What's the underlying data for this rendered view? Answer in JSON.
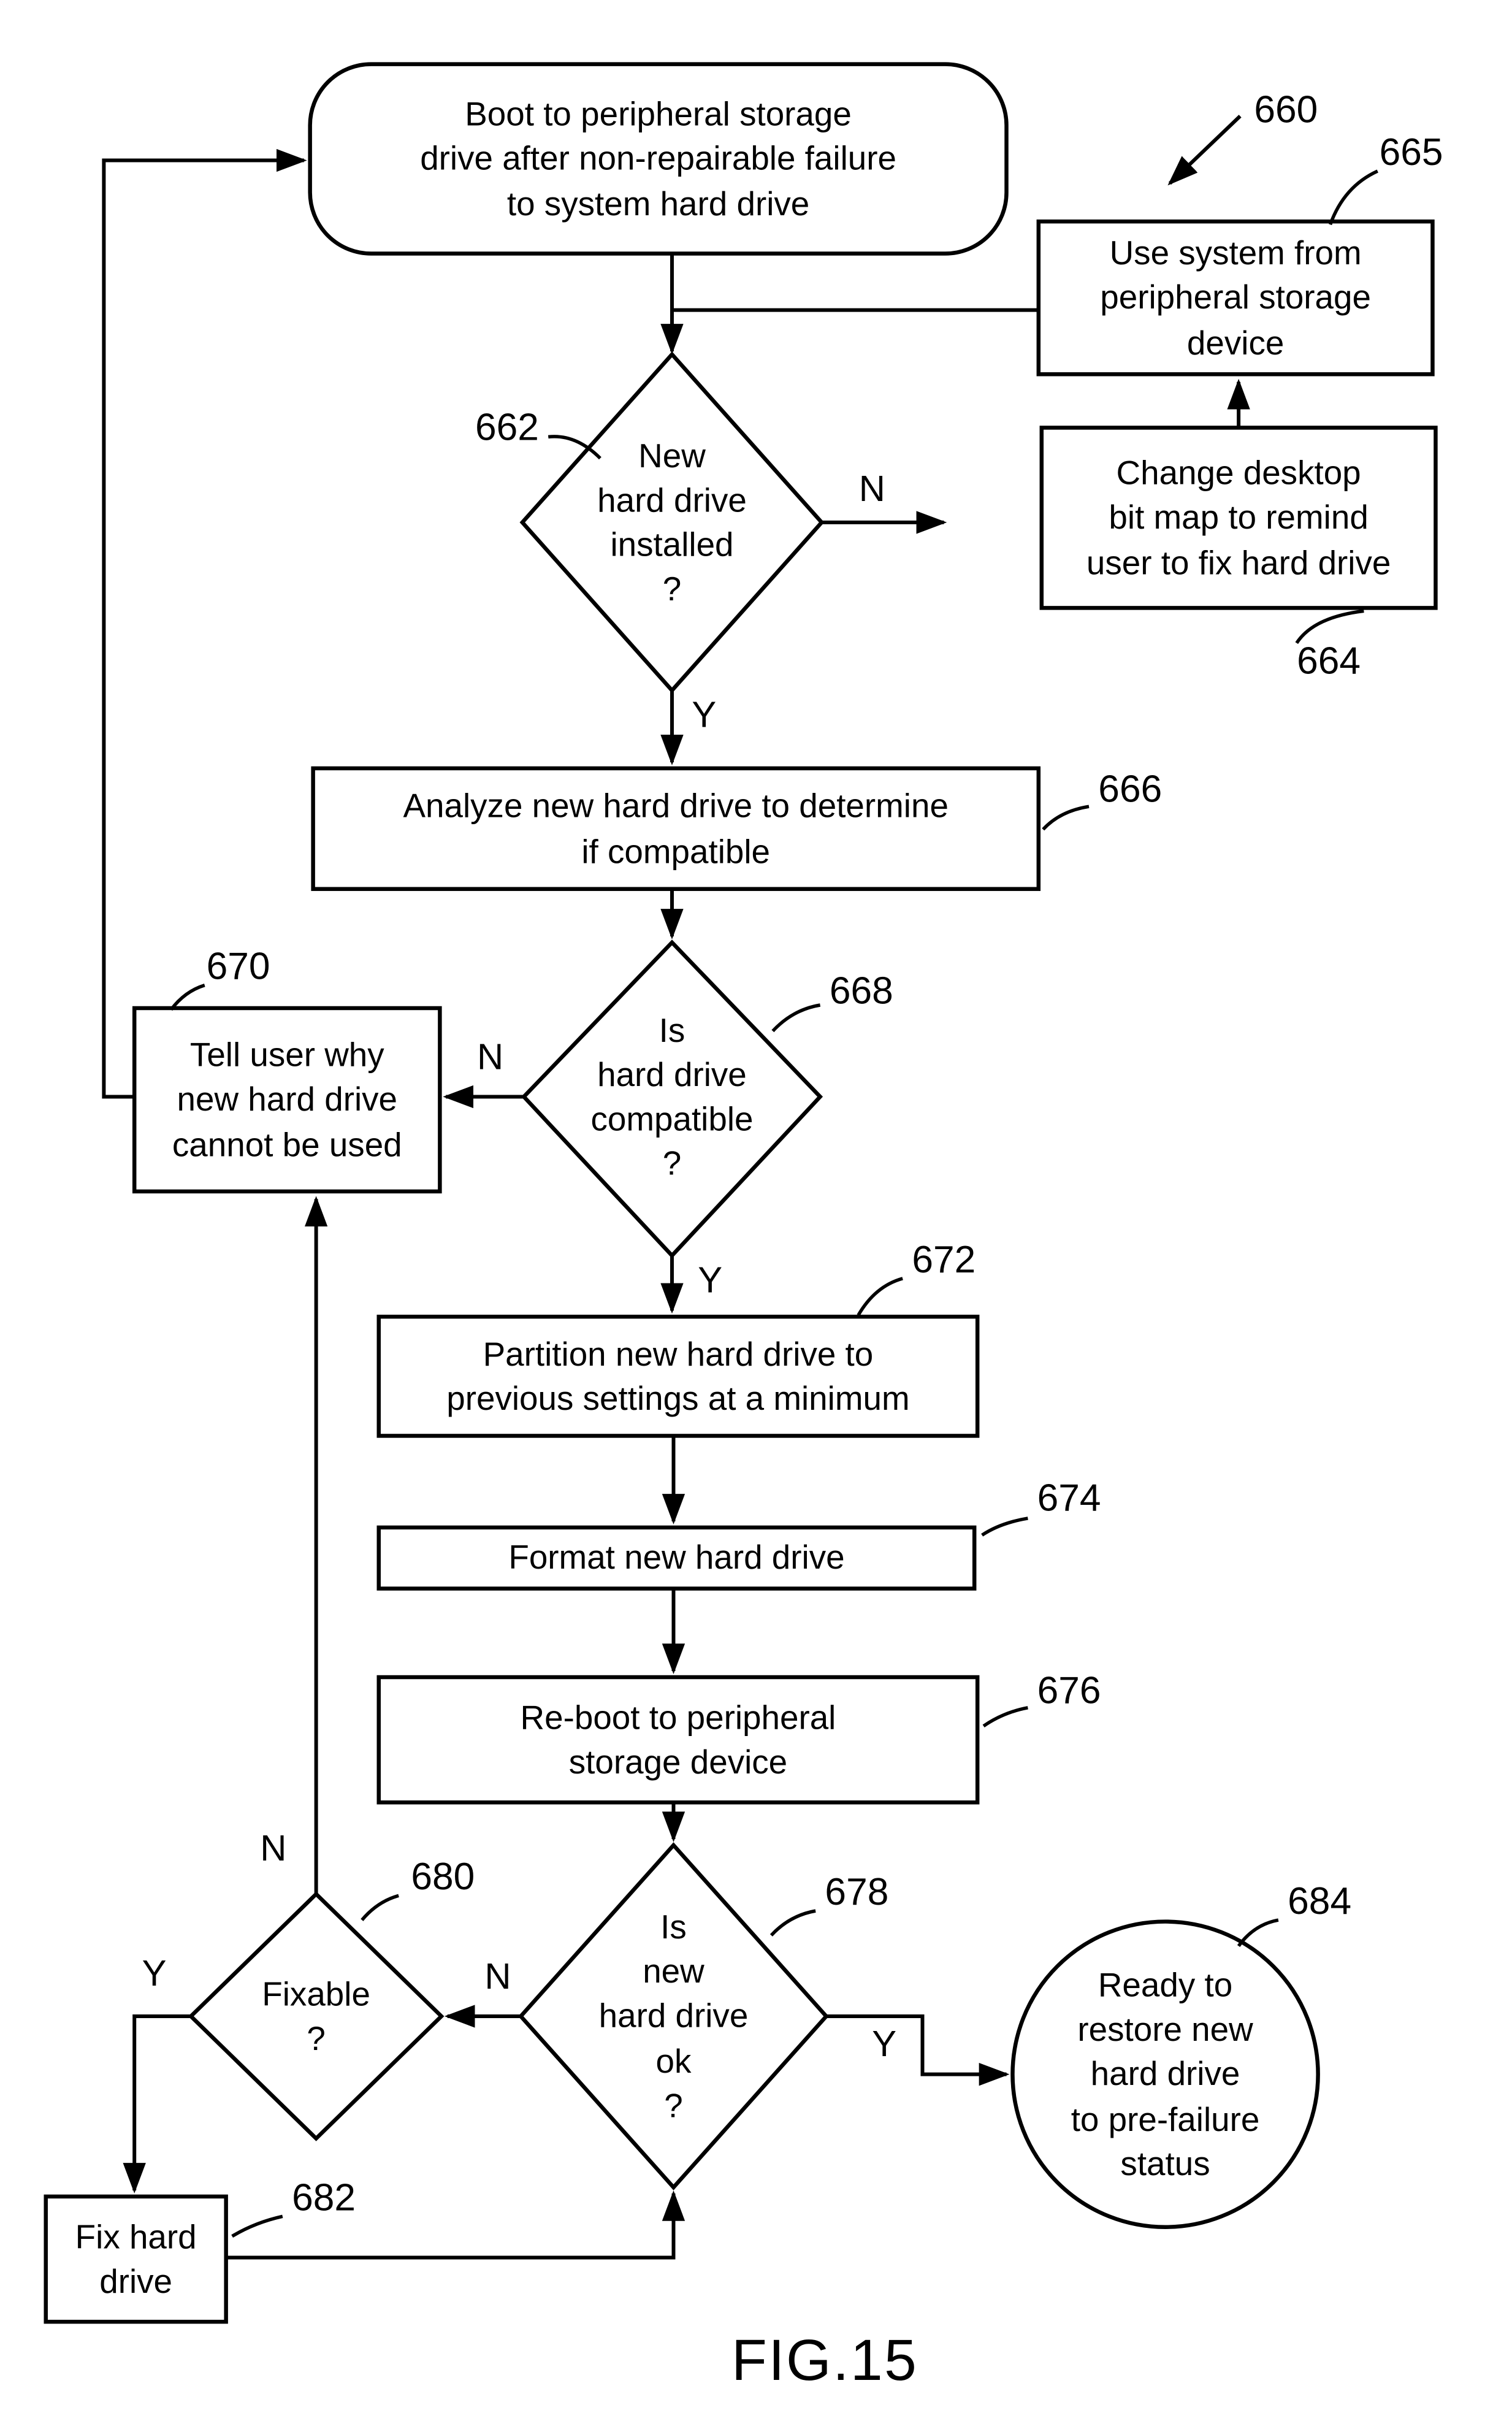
{
  "figure": {
    "caption": "FIG.15",
    "flow_ref": "660"
  },
  "colors": {
    "ink": "#000000",
    "background": "#ffffff"
  },
  "nodes": {
    "boot": {
      "type": "terminal",
      "label": "Boot to peripheral storage\ndrive after non-repairable failure\nto system hard drive"
    },
    "use_system": {
      "ref": "665",
      "type": "process",
      "label": "Use system from\nperipheral storage\ndevice"
    },
    "change_bitmap": {
      "ref": "664",
      "type": "process",
      "label": "Change desktop\nbit map to remind\nuser to fix hard drive"
    },
    "installed": {
      "ref": "662",
      "type": "decision",
      "label": "New\nhard drive\ninstalled\n?"
    },
    "analyze": {
      "ref": "666",
      "type": "process",
      "label": "Analyze new hard drive to determine\nif compatible"
    },
    "compatible": {
      "ref": "668",
      "type": "decision",
      "label": "Is\nhard drive\ncompatible\n?"
    },
    "tell_user": {
      "ref": "670",
      "type": "process",
      "label": "Tell user why\nnew hard drive\ncannot be used"
    },
    "partition": {
      "ref": "672",
      "type": "process",
      "label": "Partition new hard drive to\nprevious settings at a minimum"
    },
    "format": {
      "ref": "674",
      "type": "process",
      "label": "Format new hard drive"
    },
    "reboot": {
      "ref": "676",
      "type": "process",
      "label": "Re-boot to peripheral\nstorage device"
    },
    "drive_ok": {
      "ref": "678",
      "type": "decision",
      "label": "Is\nnew\nhard drive\nok\n?"
    },
    "fixable": {
      "ref": "680",
      "type": "decision",
      "label": "Fixable\n?"
    },
    "fix_drive": {
      "ref": "682",
      "type": "process",
      "label": "Fix hard\ndrive"
    },
    "ready": {
      "ref": "684",
      "type": "terminal",
      "label": "Ready to\nrestore new\nhard drive\nto pre-failure\nstatus"
    }
  },
  "edges": [
    {
      "from": "boot",
      "to": "installed",
      "label": ""
    },
    {
      "from": "use_system",
      "to": "installed",
      "label": ""
    },
    {
      "from": "installed",
      "to": "change_bitmap",
      "label": "N"
    },
    {
      "from": "change_bitmap",
      "to": "use_system",
      "label": ""
    },
    {
      "from": "installed",
      "to": "analyze",
      "label": "Y"
    },
    {
      "from": "analyze",
      "to": "compatible",
      "label": ""
    },
    {
      "from": "compatible",
      "to": "tell_user",
      "label": "N"
    },
    {
      "from": "tell_user",
      "to": "boot",
      "label": ""
    },
    {
      "from": "compatible",
      "to": "partition",
      "label": "Y"
    },
    {
      "from": "partition",
      "to": "format",
      "label": ""
    },
    {
      "from": "format",
      "to": "reboot",
      "label": ""
    },
    {
      "from": "reboot",
      "to": "drive_ok",
      "label": ""
    },
    {
      "from": "drive_ok",
      "to": "ready",
      "label": "Y"
    },
    {
      "from": "drive_ok",
      "to": "fixable",
      "label": "N"
    },
    {
      "from": "fixable",
      "to": "tell_user",
      "label": "N"
    },
    {
      "from": "fixable",
      "to": "fix_drive",
      "label": "Y"
    },
    {
      "from": "fix_drive",
      "to": "drive_ok",
      "label": ""
    }
  ]
}
